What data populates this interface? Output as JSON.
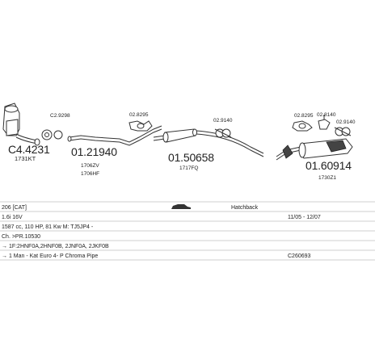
{
  "parts": {
    "catalyst": {
      "code": "C4.4231",
      "ref": "1731KT"
    },
    "gasket_left": {
      "code": "C2.9298"
    },
    "front_pipe": {
      "code": "01.21940",
      "ref1": "1706ZV",
      "ref2": "1706HF"
    },
    "gasket_mid": {
      "code": "02.8295"
    },
    "middle_silencer": {
      "code": "01.50658",
      "ref": "1717FQ"
    },
    "clamp_mid": {
      "code": "02.9140"
    },
    "rear_gasket1": {
      "code": "02.8295"
    },
    "rear_gasket2": {
      "code": "02.8140"
    },
    "rear_gasket3": {
      "code": "02.9140"
    },
    "rear_silencer": {
      "code": "01.60914",
      "ref": "1730Z1"
    }
  },
  "table": {
    "model": "206 [CAT]",
    "body": "Hatchback",
    "engine": "1.6i 16V",
    "years": "11/05 - 12/07",
    "spec": "1587 cc, 110 HP, 81 Kw M: TJ5JP4 -",
    "chassis": "Ch. >PR.10530",
    "codes": "→ 1F:2HNF0A,2HNF0B, 2JNF0A, 2JKF0B",
    "description": "→ 1 Man - Kat Euro 4- P Chroma Pipe",
    "set_code": "C260693"
  },
  "icons": [
    "car-silhouette-icon"
  ]
}
